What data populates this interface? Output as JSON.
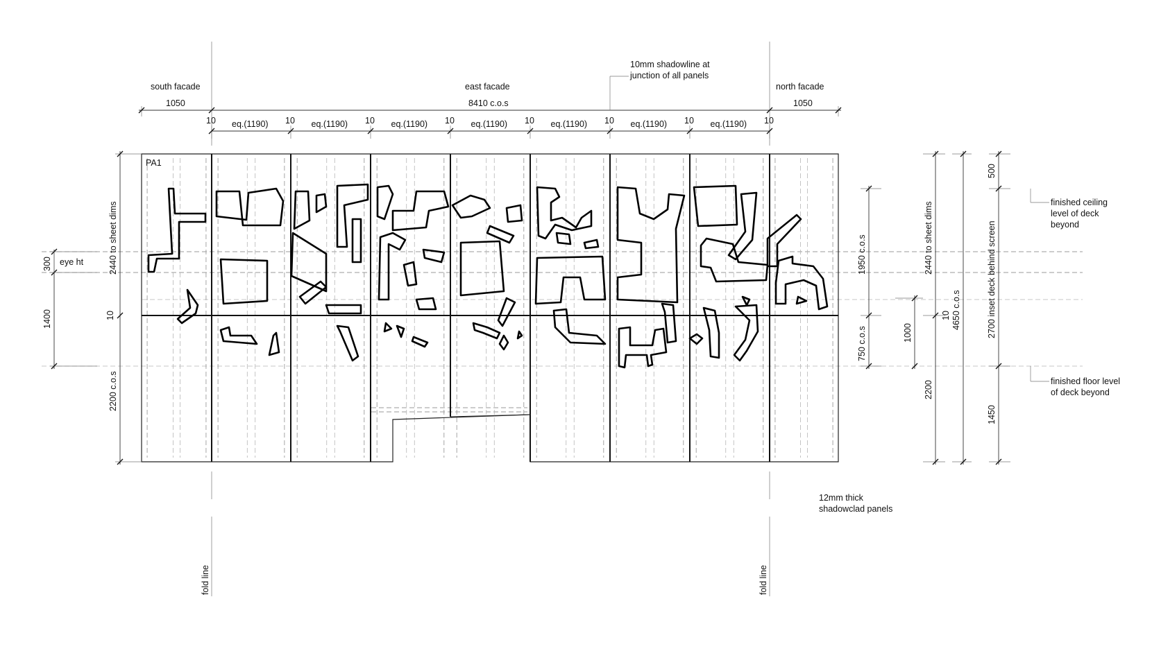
{
  "labels": {
    "south_facade": "south facade",
    "east_facade": "east facade",
    "north_facade": "north facade",
    "shadowline_note_1": "10mm shadowline at",
    "shadowline_note_2": "junction of all panels",
    "panel_tag": "PA1",
    "ceiling_note_1": "finished ceiling",
    "ceiling_note_2": "level of deck",
    "ceiling_note_3": "beyond",
    "floor_note_1": "finished floor level",
    "floor_note_2": "of deck beyond",
    "panel_note_1": "12mm thick",
    "panel_note_2": "shadowclad panels",
    "fold_line": "fold line",
    "eye_height": "eye ht"
  },
  "top_dimensions": {
    "south_width": "1050",
    "east_width": "8410 c.o.s",
    "north_width": "1050",
    "gap": "10",
    "panel_width": "eq.(1190)"
  },
  "left_dimensions": {
    "sheet_upper": "2440 to sheet dims",
    "sheet_lower": "2200 c.o.s",
    "joint": "10",
    "eye_offset": "300",
    "eye_height": "1400"
  },
  "right_dimensions": {
    "cos_upper": "1950 c.o.s",
    "cos_lower": "750 c.o.s",
    "window": "1000",
    "sheet_upper": "2440 to sheet dims",
    "joint": "10",
    "sheet_lower": "2200",
    "overall": "4650 c.o.s",
    "inset_deck": "2700 inset deck behind screen",
    "ceiling_gap": "500",
    "floor_gap": "1450"
  }
}
